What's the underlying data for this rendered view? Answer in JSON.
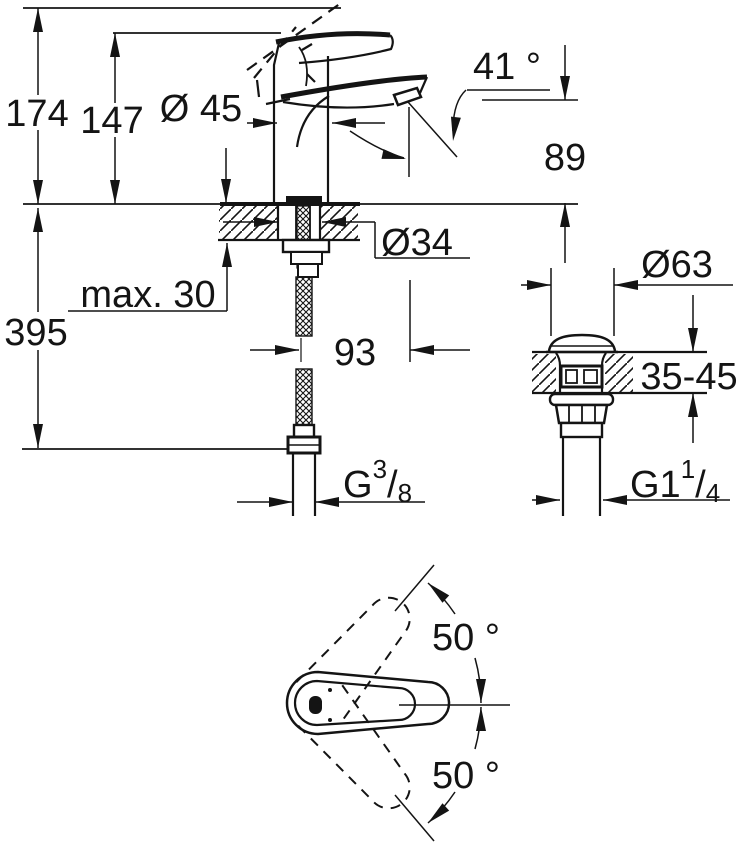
{
  "page": {
    "background": "#ffffff",
    "line_color": "#141414"
  },
  "views": {
    "side_view": {
      "dims": {
        "total_height": "174",
        "handle_height": "147",
        "body_diameter": "Ø 45",
        "jet_angle": "41 °",
        "outlet_height": "89",
        "max_deck": "max. 30",
        "below_deck_length": "395",
        "hole_diameter": "Ø34",
        "outlet_reach": "93"
      },
      "supply_thread": {
        "prefix": "G",
        "numerator": "3",
        "slash": "/",
        "denominator": "8"
      }
    },
    "waste_view": {
      "dims": {
        "flange_diameter": "Ø63",
        "deck_range": "35-45"
      },
      "waste_thread": {
        "prefix": "G1",
        "numerator": "1",
        "slash": "/",
        "denominator": "4"
      }
    },
    "top_view": {
      "dims": {
        "swing_up": "50 °",
        "swing_down": "50 °"
      }
    }
  }
}
